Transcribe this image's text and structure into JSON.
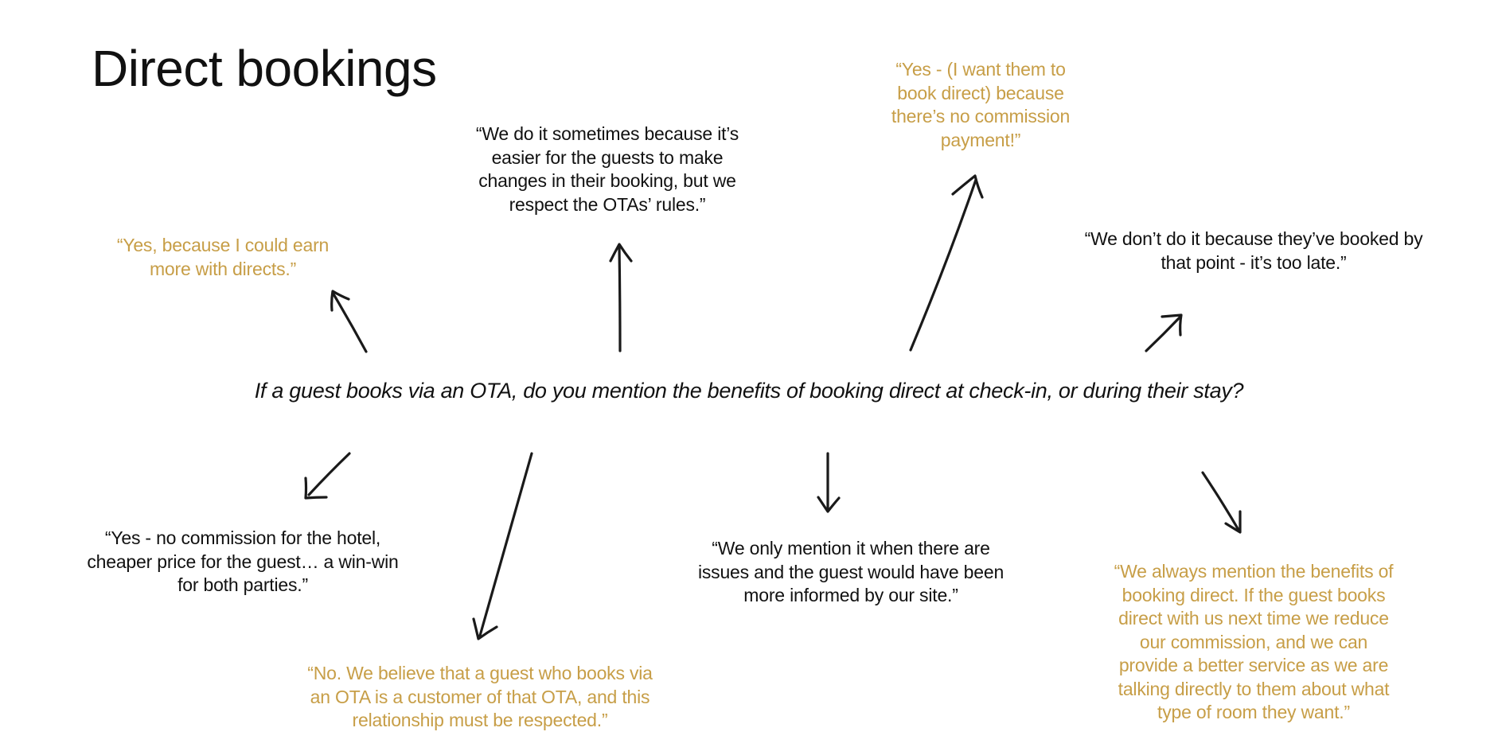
{
  "title": "Direct bookings",
  "question": "If a guest books via an OTA, do you mention the benefits of booking direct at check-in, or during their stay?",
  "colors": {
    "text": "#111111",
    "highlight": "#c79e47",
    "arrow": "#1a1a1a"
  },
  "quotes": {
    "yes_earn_more": "“Yes, because I could earn more with directs.”",
    "sometimes_easier": "“We do it sometimes because it’s easier for the guests to make changes in their booking, but we respect the OTAs’ rules.”",
    "yes_no_commission": "“Yes - (I want them to book direct) because there’s no commission payment!”",
    "dont_too_late": "“We don’t do it because they’ve booked by that point - it’s too late.”",
    "yes_win_win": "“Yes - no commission for the hotel, cheaper price for the guest… a win-win for both parties.”",
    "no_respect_ota": "“No. We believe that a guest who books via an OTA is a customer of that OTA, and this relationship must be respected.”",
    "only_issues": "“We only mention it when there are issues and the guest would have been more informed by our site.”",
    "always_mention": "“We always mention the benefits of booking direct. If the guest books direct with us next time we reduce our commission, and we can provide a better service as we are talking directly to them about what type of room they want.”"
  }
}
